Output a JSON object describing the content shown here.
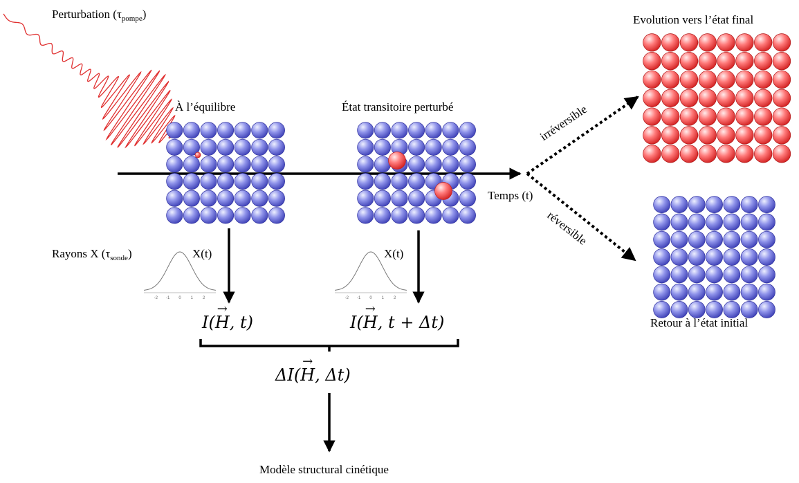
{
  "labels": {
    "perturbation": "Perturbation (τ",
    "perturbation_sub": "pompe",
    "perturbation_end": ")",
    "equilibrium": "À l’équilibre",
    "transient": "État transitoire perturbé",
    "final_state": "Evolution vers l’état final",
    "initial_state": "Retour à l’état initial",
    "time_axis": "Temps (t)",
    "irreversible": "irréversible",
    "reversible": "réversible",
    "xray": "Rayons X (τ",
    "xray_sub": "sonde",
    "xray_end": ")",
    "xt_left": "X(t)",
    "xt_right": "X(t)",
    "kinetic_model": "Modèle structural cinétique"
  },
  "equations": {
    "intensity_left_prefix": "I(",
    "intensity_left_vec": "H",
    "intensity_left_suffix": ", t)",
    "intensity_right_prefix": "I(",
    "intensity_right_vec": "H",
    "intensity_right_suffix": ", t + Δt)",
    "delta_prefix": "ΔI(",
    "delta_vec": "H",
    "delta_suffix": ", Δt)"
  },
  "gaussian_ticks": [
    "-2",
    "-1",
    "0",
    "1",
    "2"
  ],
  "colors": {
    "atom_blue": "#6f74e0",
    "atom_red": "#ff6b6b",
    "pump_wave": "#e03030",
    "gaussian": "#777777"
  }
}
